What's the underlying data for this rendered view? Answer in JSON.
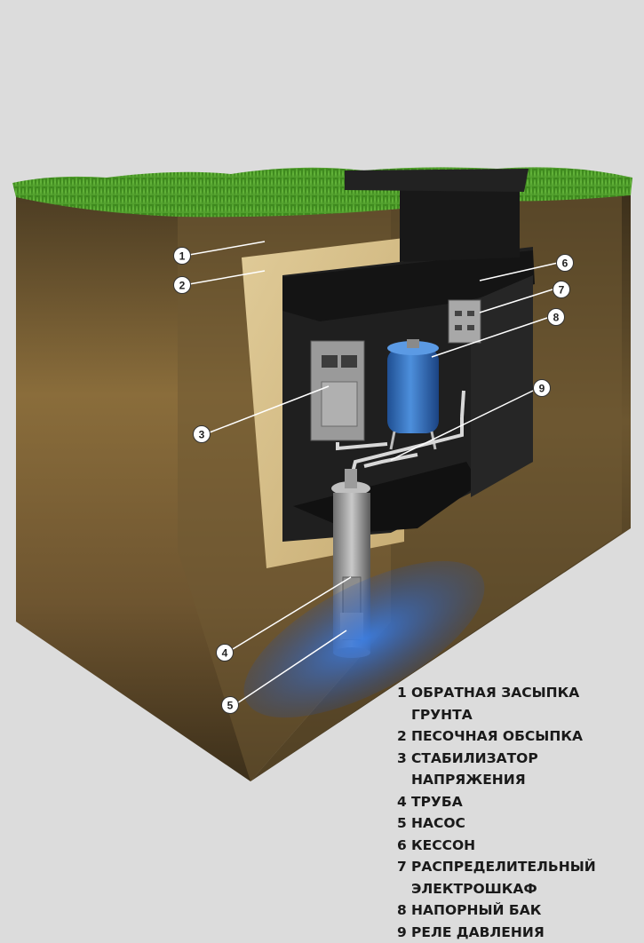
{
  "legend": {
    "items": [
      {
        "num": "1",
        "label": "ОБРАТНАЯ ЗАСЫПКА ГРУНТА"
      },
      {
        "num": "2",
        "label": "ПЕСОЧНАЯ ОБСЫПКА"
      },
      {
        "num": "3",
        "label": "СТАБИЛИЗАТОР НАПРЯЖЕНИЯ"
      },
      {
        "num": "4",
        "label": "ТРУБА"
      },
      {
        "num": "5",
        "label": "НАСОС"
      },
      {
        "num": "6",
        "label": "КЕССОН"
      },
      {
        "num": "7",
        "label": "РАСПРЕДЕЛИТЕЛЬНЫЙ\nЭЛЕКТРОШКАФ"
      },
      {
        "num": "8",
        "label": "НАПОРНЫЙ БАК"
      },
      {
        "num": "9",
        "label": "РЕЛЕ ДАВЛЕНИЯ"
      }
    ]
  },
  "callouts": [
    "1",
    "2",
    "3",
    "4",
    "5",
    "6",
    "7",
    "8",
    "9"
  ],
  "colors": {
    "background": "#dcdcdc",
    "soil": "#6b5632",
    "grass": "#3f8a1f",
    "sand": "#d8c08c",
    "caisson": "#1a1a1a",
    "tank": "#2f6fb8",
    "water": "#2d64c8"
  }
}
